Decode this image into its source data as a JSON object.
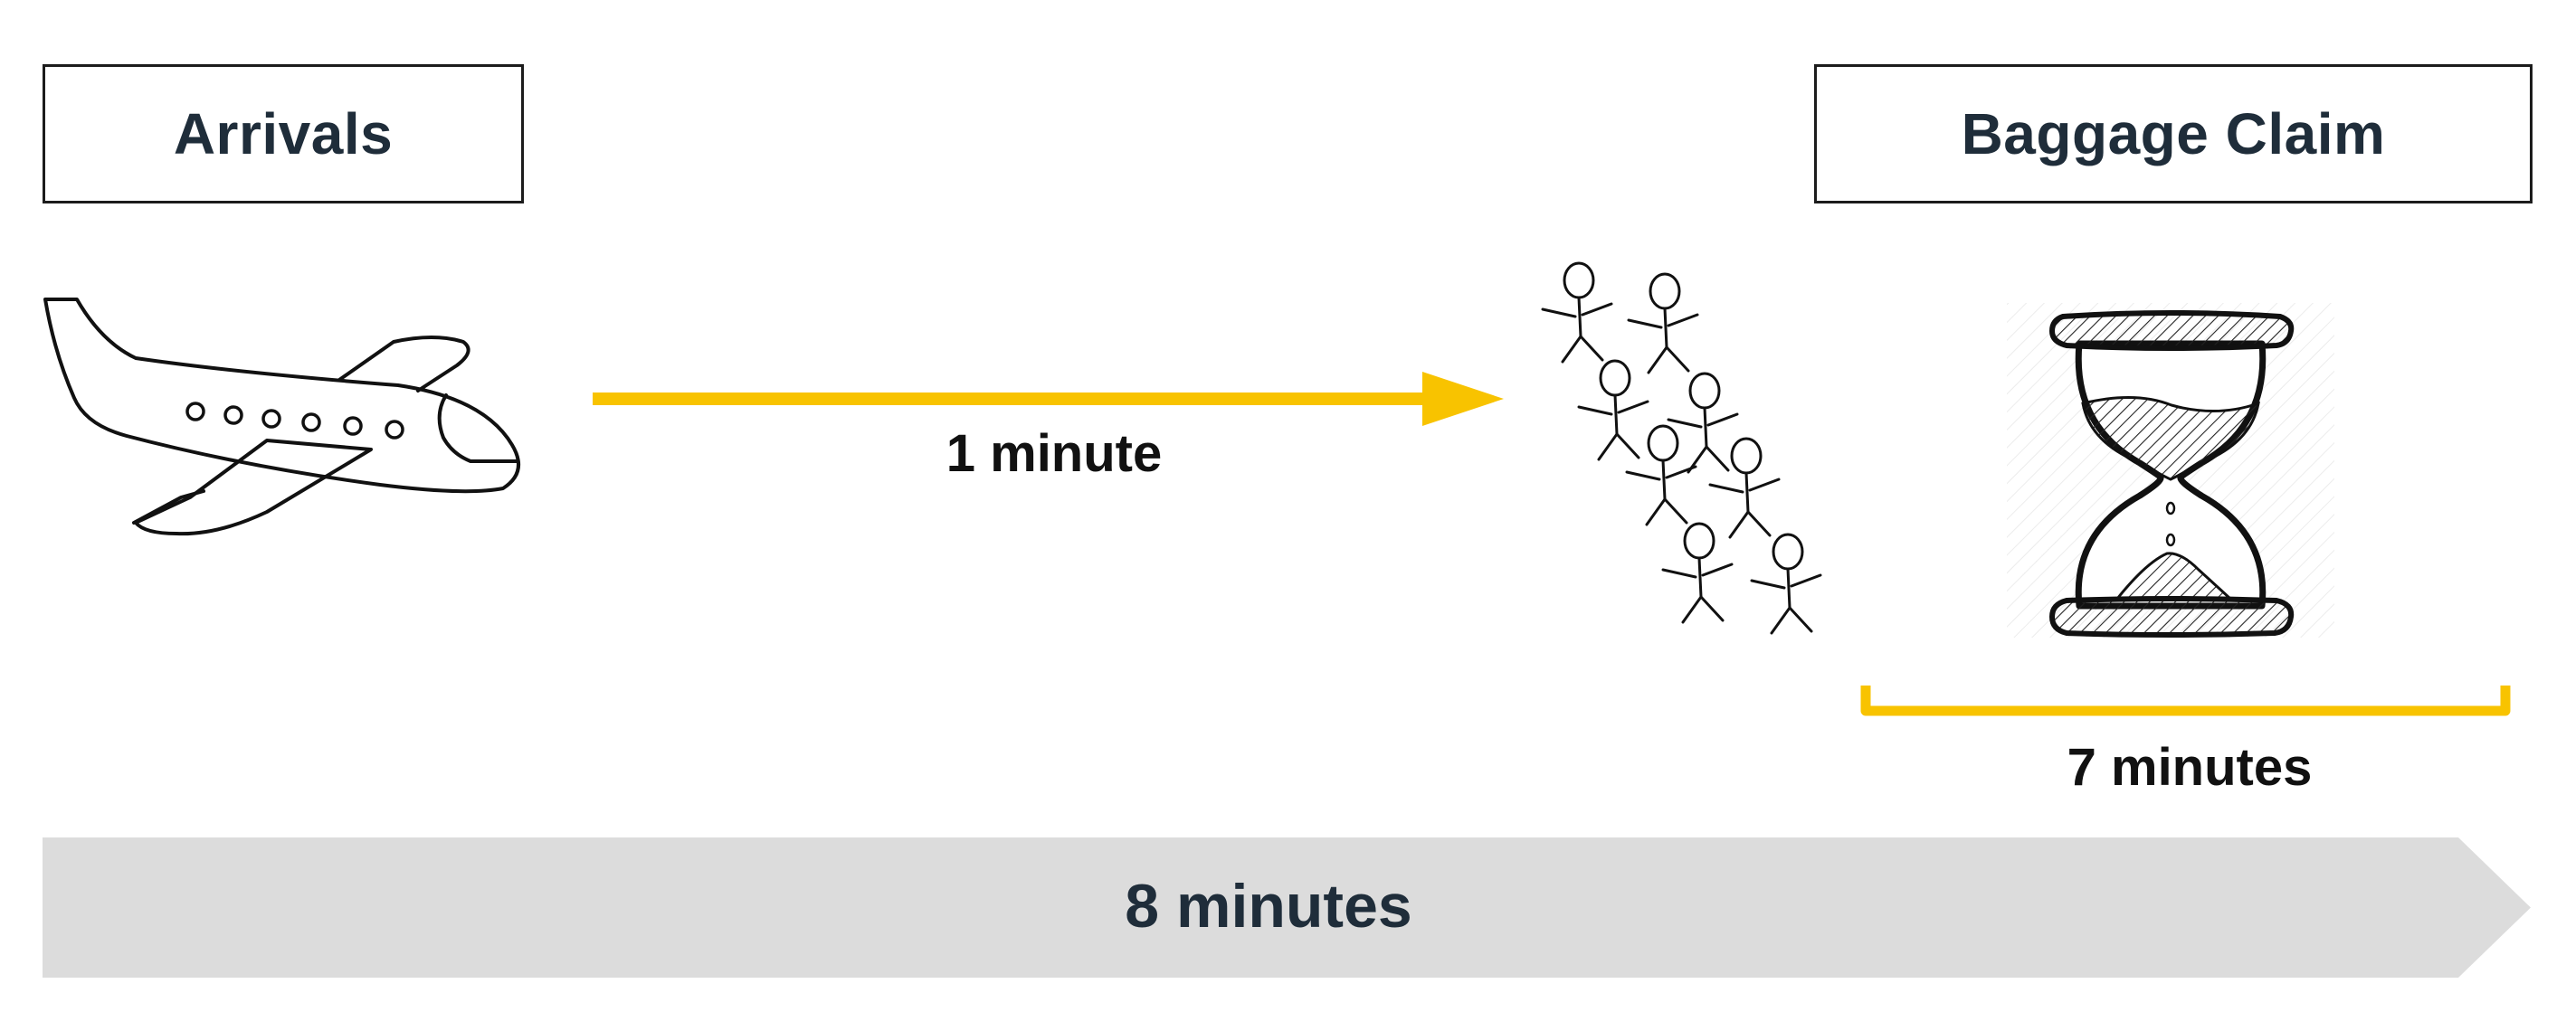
{
  "stages": {
    "arrivals_label": "Arrivals",
    "baggage_claim_label": "Baggage Claim"
  },
  "durations": {
    "walk_label": "1 minute",
    "wait_label": "7 minutes",
    "total_label": "8 minutes"
  },
  "colors": {
    "accent": "#F8C300",
    "total_bar": "#DCDCDC",
    "heading_text": "#1F2D3A"
  },
  "icons": {
    "plane": "airplane-icon",
    "crowd": "crowd-icon",
    "timer": "hourglass-icon"
  }
}
